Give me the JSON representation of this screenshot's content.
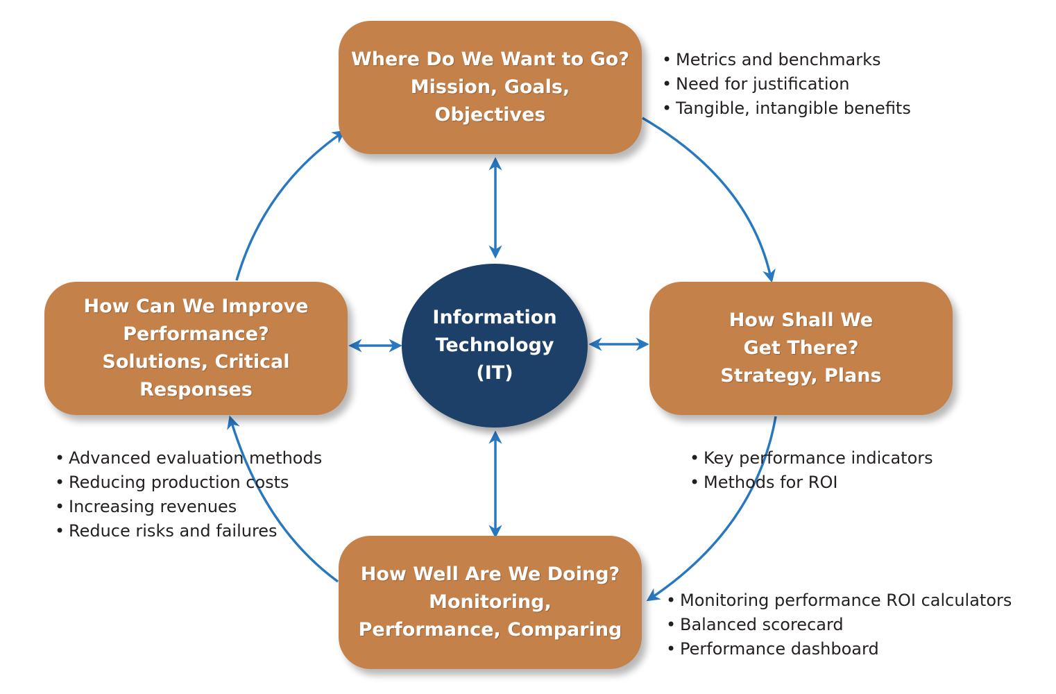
{
  "center": {
    "lines": [
      "Information",
      "Technology",
      "(IT)"
    ]
  },
  "boxes": {
    "top": {
      "lines": [
        "Where Do We Want to Go?",
        "Mission, Goals,",
        "Objectives"
      ]
    },
    "right": {
      "lines": [
        "How Shall We",
        "Get There?",
        "Strategy, Plans"
      ]
    },
    "bottom": {
      "lines": [
        "How Well Are We Doing?",
        "Monitoring,",
        "Performance, Comparing"
      ]
    },
    "left": {
      "lines": [
        "How Can We Improve",
        "Performance?",
        "Solutions, Critical",
        "Responses"
      ]
    }
  },
  "notes": {
    "top": [
      "Metrics and benchmarks",
      "Need for justification",
      "Tangible, intangible benefits"
    ],
    "right": [
      "Key performance indicators",
      "Methods for ROI"
    ],
    "bottom": [
      "Monitoring performance ROI calculators",
      "Balanced scorecard",
      "Performance dashboard"
    ],
    "left": [
      "Advanced evaluation methods",
      "Reducing production costs",
      "Increasing revenues",
      "Reduce risks and failures"
    ]
  },
  "bullet_char": "•",
  "colors": {
    "box_fill": "#c5814a",
    "hub_fill": "#1d4068",
    "arrow": "#2878c0",
    "note_text": "#231f20"
  }
}
